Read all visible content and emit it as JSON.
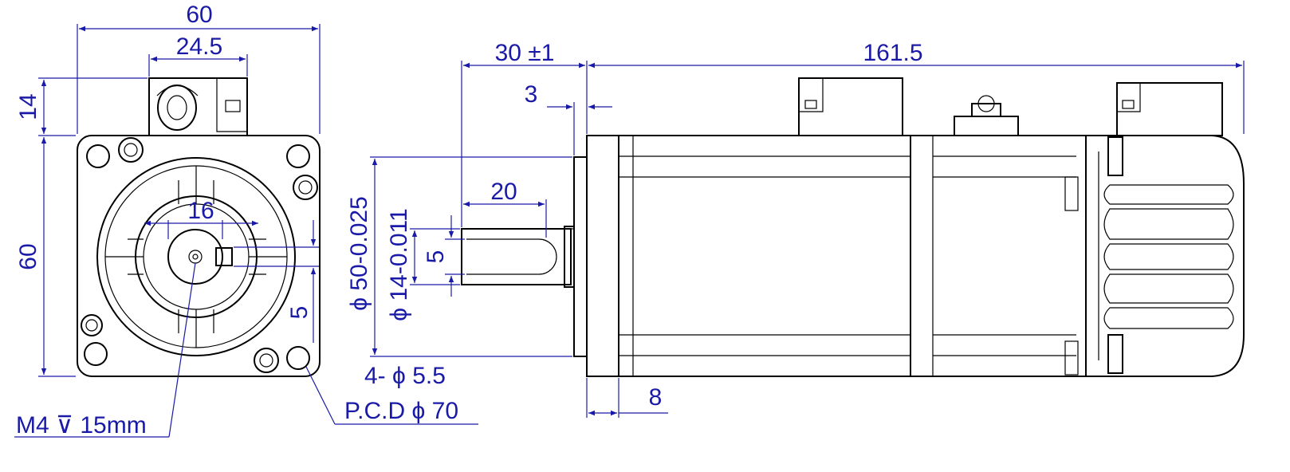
{
  "colors": {
    "outline": "#000000",
    "dimension": "#1a1aa8",
    "background": "#ffffff"
  },
  "dimensions": {
    "front_width": "60",
    "connector_width": "24.5",
    "connector_height": "14",
    "front_height": "60",
    "shaft_dia_small": "16",
    "key_offset": "5",
    "thread_note": "M4",
    "thread_depth_symbol": "⊽",
    "thread_depth": "15mm",
    "hole_count": "4-",
    "hole_dia": "5.5",
    "pcd_prefix": "P.C.D",
    "pcd": "70",
    "dia_symbol": "ϕ",
    "shaft_length": "30",
    "shaft_tolerance": "±1",
    "body_length": "161.5",
    "flange_thickness": "3",
    "key_length": "20",
    "key_width": "5",
    "pilot_dia": "50-0.025",
    "shaft_dia": "14-0.011",
    "flange_width": "8"
  }
}
